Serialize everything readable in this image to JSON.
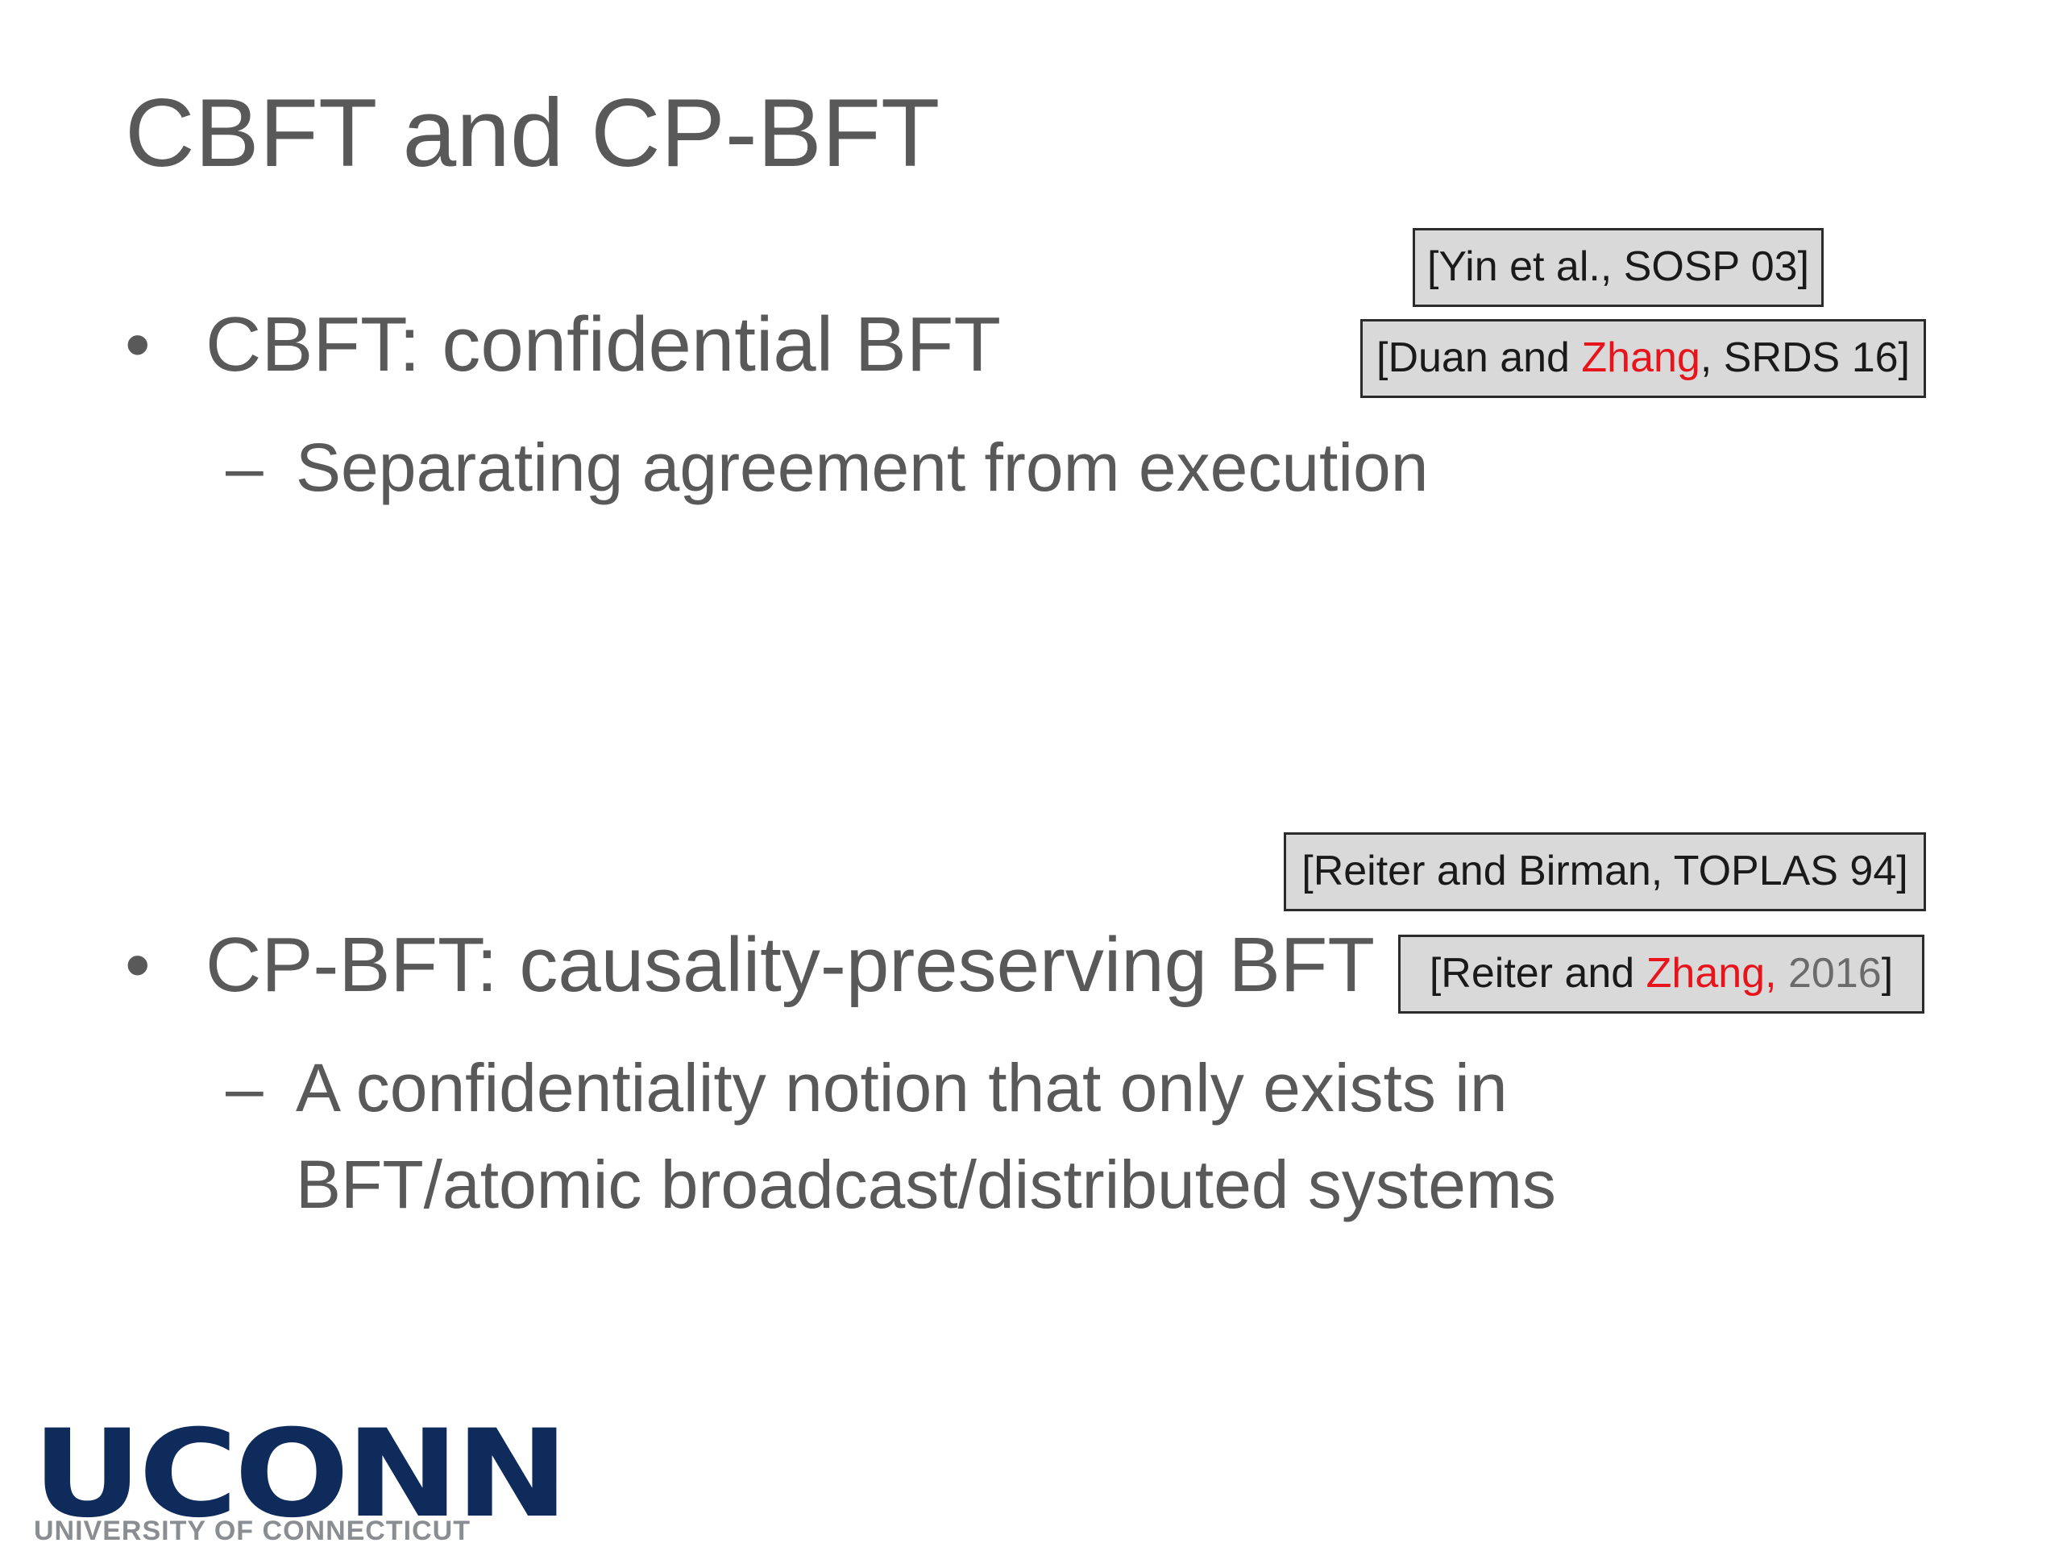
{
  "slide": {
    "title": "CBFT and CP-BFT",
    "bullets": [
      {
        "marker": "•",
        "text": "CBFT: confidential BFT",
        "sub": {
          "marker": "–",
          "lines": [
            "Separating agreement from execution"
          ]
        },
        "refs": [
          {
            "parts": [
              {
                "text": "[Yin et al., SOSP 03]"
              }
            ]
          },
          {
            "parts": [
              {
                "text": "[Duan and "
              },
              {
                "text": "Zhang",
                "color": "#e8141b"
              },
              {
                "text": ", SRDS 16]"
              }
            ]
          }
        ]
      },
      {
        "marker": "•",
        "text": "CP-BFT: causality-preserving BFT",
        "sub": {
          "marker": "–",
          "lines": [
            "A confidentiality notion that only exists in",
            "BFT/atomic broadcast/distributed systems"
          ]
        },
        "refs": [
          {
            "parts": [
              {
                "text": "[Reiter and Birman, TOPLAS 94]"
              }
            ]
          },
          {
            "parts": [
              {
                "text": "[Reiter and "
              },
              {
                "text": "Zhang,",
                "color": "#e8141b"
              },
              {
                "text": " 2016",
                "color": "#6b6b6b"
              },
              {
                "text": "]"
              }
            ]
          }
        ]
      }
    ]
  },
  "logo": {
    "wordmark": "UCONN",
    "subtitle": "UNIVERSITY OF CONNECTICUT",
    "color": "#0e2b5c",
    "subtitle_color": "#8a8d91"
  },
  "colors": {
    "text": "#595959",
    "highlight": "#e8141b",
    "ref_box_fill": "#d9d9d9",
    "ref_box_border": "#2b2b2b"
  }
}
